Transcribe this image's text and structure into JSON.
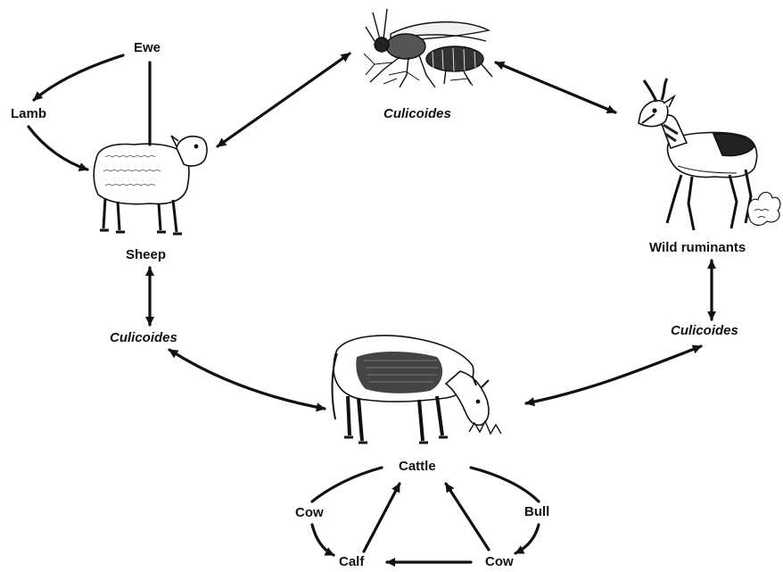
{
  "labels": {
    "ewe": "Ewe",
    "lamb": "Lamb",
    "sheep": "Sheep",
    "culicoides_top": "Culicoides",
    "culicoides_left": "Culicoides",
    "culicoides_right": "Culicoides",
    "wild_ruminants": "Wild ruminants",
    "cattle": "Cattle",
    "cow_left": "Cow",
    "bull": "Bull",
    "calf": "Calf",
    "cow_bottom": "Cow"
  },
  "illustrations": {
    "sheep": "sheep-drawing",
    "midge": "culicoides-midge-drawing",
    "pronghorn": "wild-ruminant-drawing",
    "cattle": "cattle-drawing"
  },
  "colors": {
    "ink": "#111111",
    "background": "#ffffff"
  }
}
